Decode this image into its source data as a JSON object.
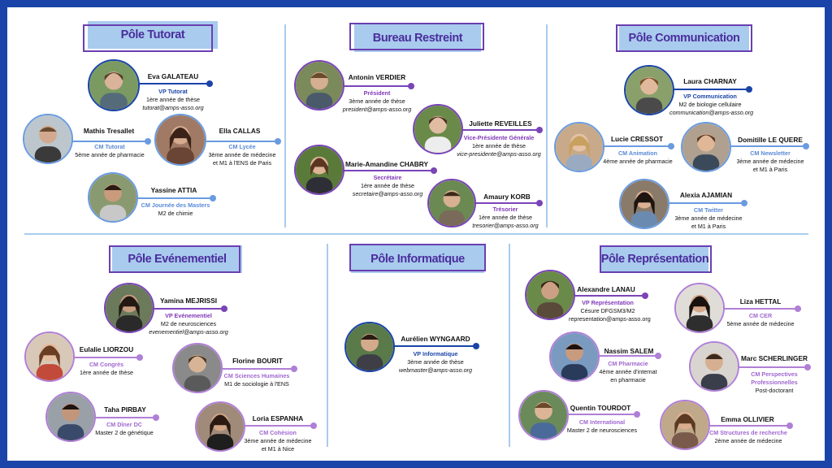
{
  "sections": {
    "tutorat": "Pôle Tutorat",
    "bureau": "Bureau Restreint",
    "communication": "Pôle Communication",
    "evenementiel": "Pôle Evénementiel",
    "informatique": "Pôle Informatique",
    "representation": "Pôle Représentation"
  },
  "members": {
    "eva": {
      "name": "Eva GALATEAU",
      "role": "VP Tutorat",
      "detail": "1ère année de thèse",
      "email": "tutorat@amps-asso.org"
    },
    "mathis": {
      "name": "Mathis Tresallet",
      "role": "CM Tutorat",
      "detail": "5ème année de pharmacie"
    },
    "ella": {
      "name": "Ella CALLAS",
      "role": "CM Lycée",
      "detail": "3ème année de médecine",
      "detail2": "et M1 à l'ENS de Paris"
    },
    "yassine": {
      "name": "Yassine ATTIA",
      "role": "CM Journée des Masters",
      "detail": "M2 de chimie"
    },
    "antonin": {
      "name": "Antonin VERDIER",
      "role": "Président",
      "detail": "3ème année de thèse",
      "email": "president@amps-asso.org"
    },
    "juliette": {
      "name": "Juliette REVEILLES",
      "role": "Vice-Présidente Générale",
      "detail": "1ère année de thèse",
      "email": "vice-presidente@amps-asso.org"
    },
    "marie": {
      "name": "Marie-Amandine CHABRY",
      "role": "Secrétaire",
      "detail": "1ère année de thèse",
      "email": "secretaire@amps-asso.org"
    },
    "amaury": {
      "name": "Amaury KORB",
      "role": "Trésorier",
      "detail": "1ère année de thèse",
      "email": "tresorier@amps-asso.org"
    },
    "laura": {
      "name": "Laura CHARNAY",
      "role": "VP Communication",
      "detail": "M2 de biologie cellulaire",
      "email": "communication@amps-asso.org"
    },
    "lucie": {
      "name": "Lucie CRESSOT",
      "role": "CM Animation",
      "detail": "4ème année de pharmacie"
    },
    "domitille": {
      "name": "Domitille LE QUERE",
      "role": "CM Newsletter",
      "detail": "3ème année de médecine",
      "detail2": "et M1 à Paris"
    },
    "alexia": {
      "name": "Alexia AJAMIAN",
      "role": "CM Twitter",
      "detail": "3ème année de médecine",
      "detail2": "et M1 à Paris"
    },
    "yamina": {
      "name": "Yamina MEJRISSI",
      "role": "VP Evénementiel",
      "detail": "M2 de neurosciences",
      "email": "evenementiel@amps-asso.org"
    },
    "eulalie": {
      "name": "Eulalie LIORZOU",
      "role": "CM Congrès",
      "detail": "1ère année de thèse"
    },
    "florine": {
      "name": "Florine BOURIT",
      "role": "CM Sciences Humaines",
      "detail": "M1 de sociologie à l'ENS"
    },
    "taha": {
      "name": "Taha PIRBAY",
      "role": "CM Dîner DC",
      "detail": "Master 2 de génétique"
    },
    "loria": {
      "name": "Loria ESPANHA",
      "role": "CM Cohésion",
      "detail": "3ème année de médecine",
      "detail2": "et M1 à Nice"
    },
    "aurelien": {
      "name": "Aurélien WYNGAARD",
      "role": "VP Informatique",
      "detail": "3ème année de thèse",
      "email": "webmaster@amps-asso.org"
    },
    "alexandre": {
      "name": "Alexandre LANAU",
      "role": "VP Représentation",
      "detail": "Césure DFGSM3/M2",
      "email": "representation@amps-asso.org"
    },
    "liza": {
      "name": "Liza HETTAL",
      "role": "CM CER",
      "detail": "5ème année de médecine"
    },
    "nassim": {
      "name": "Nassim SALEM",
      "role": "CM Pharmacie",
      "detail": "4ème année d'internat",
      "detail2": "en pharmacie"
    },
    "marc": {
      "name": "Marc SCHERLINGER",
      "role": "CM Perspectives",
      "role2": "Professionnelles",
      "detail": "Post-doctorant"
    },
    "quentin": {
      "name": "Quentin TOURDOT",
      "role": "CM International",
      "detail": "Master 2 de neurosciences"
    },
    "emma": {
      "name": "Emma OLLIVIER",
      "role": "CM Structures de recherche",
      "detail": "2ème année de médecine"
    }
  },
  "colors": {
    "frame": "#1a44a8",
    "title_fill": "#a9cbee",
    "title_text": "#4a2d9c",
    "purple": "#7a44b8",
    "blue": "#1a44a8",
    "light_blue": "#6a9be0",
    "light_purple": "#b07fd6"
  }
}
